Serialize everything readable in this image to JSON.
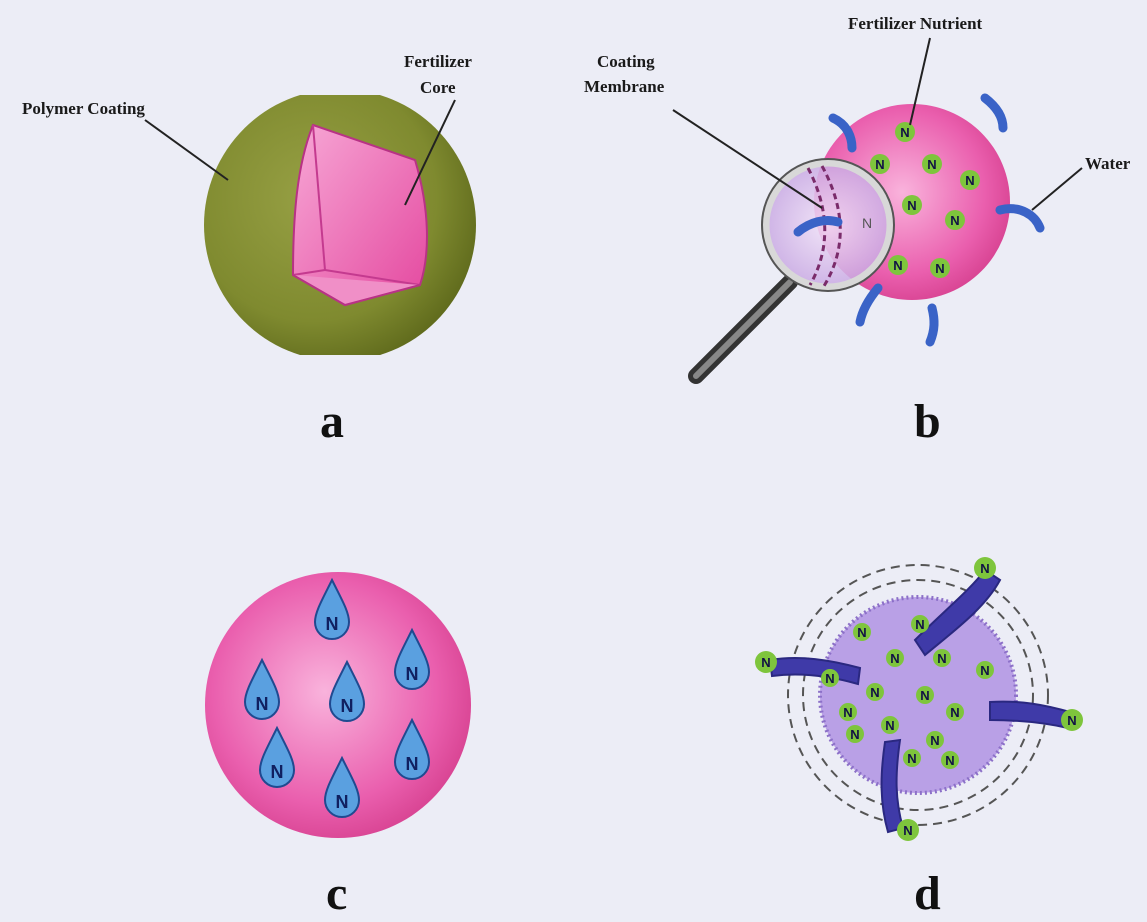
{
  "panels": {
    "a": {
      "letter": "a",
      "labels": {
        "polymer_coating": "Polymer Coating",
        "fertilizer_core_1": "Fertilizer",
        "fertilizer_core_2": "Core"
      }
    },
    "b": {
      "letter": "b",
      "labels": {
        "coating_1": "Coating",
        "coating_2": "Membrane",
        "nutrient": "Fertilizer Nutrient",
        "water": "Water"
      },
      "nutrient_symbol": "N"
    },
    "c": {
      "letter": "c",
      "nutrient_symbol": "N"
    },
    "d": {
      "letter": "d",
      "nutrient_symbol": "N"
    }
  },
  "colors": {
    "background": "#ecedf6",
    "coating": "#7f8a2f",
    "core_pink": "#e95aa8",
    "nutrient_green": "#7ec53c",
    "water_blue": "#3a63c7",
    "release_purple": "#b9a0e6"
  }
}
